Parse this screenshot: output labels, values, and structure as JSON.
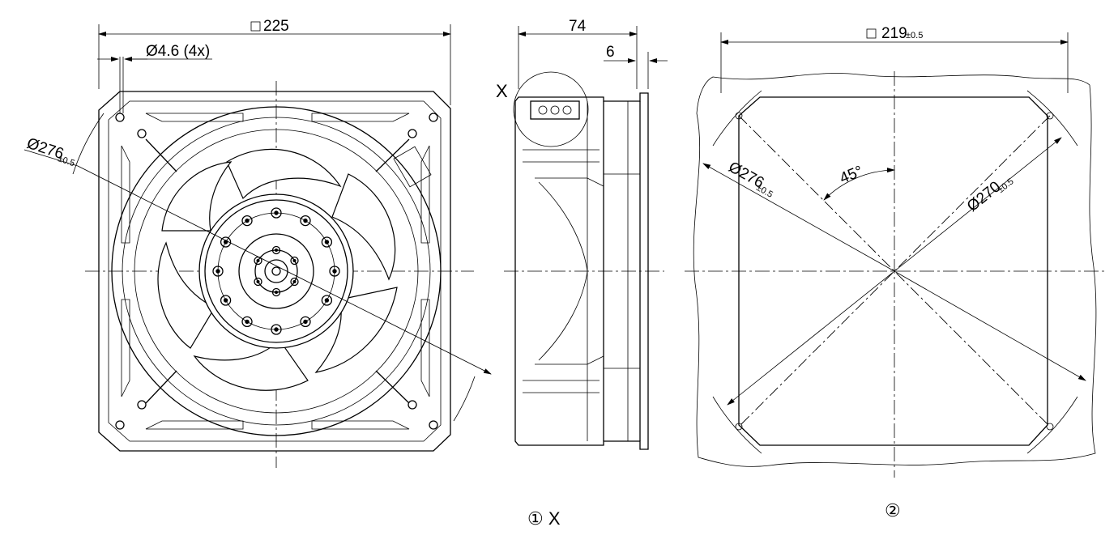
{
  "front_view": {
    "frame_dim": "225",
    "hole_dim": "Ø4.6 (4x)",
    "diameter_dim": "Ø276",
    "diameter_tol": "±0.5"
  },
  "side_view": {
    "depth_dim": "74",
    "flange_dim": "6",
    "detail_label": "X"
  },
  "cutout_view": {
    "square_dim": "219",
    "square_tol": "±0.5",
    "diam_outer": "Ø276",
    "diam_outer_tol": "±0.5",
    "diam_hole_circle": "Ø270",
    "diam_hole_circle_tol": "±0.5",
    "angle": "45°"
  },
  "callouts": {
    "label_one": "① X",
    "label_two": "②"
  }
}
